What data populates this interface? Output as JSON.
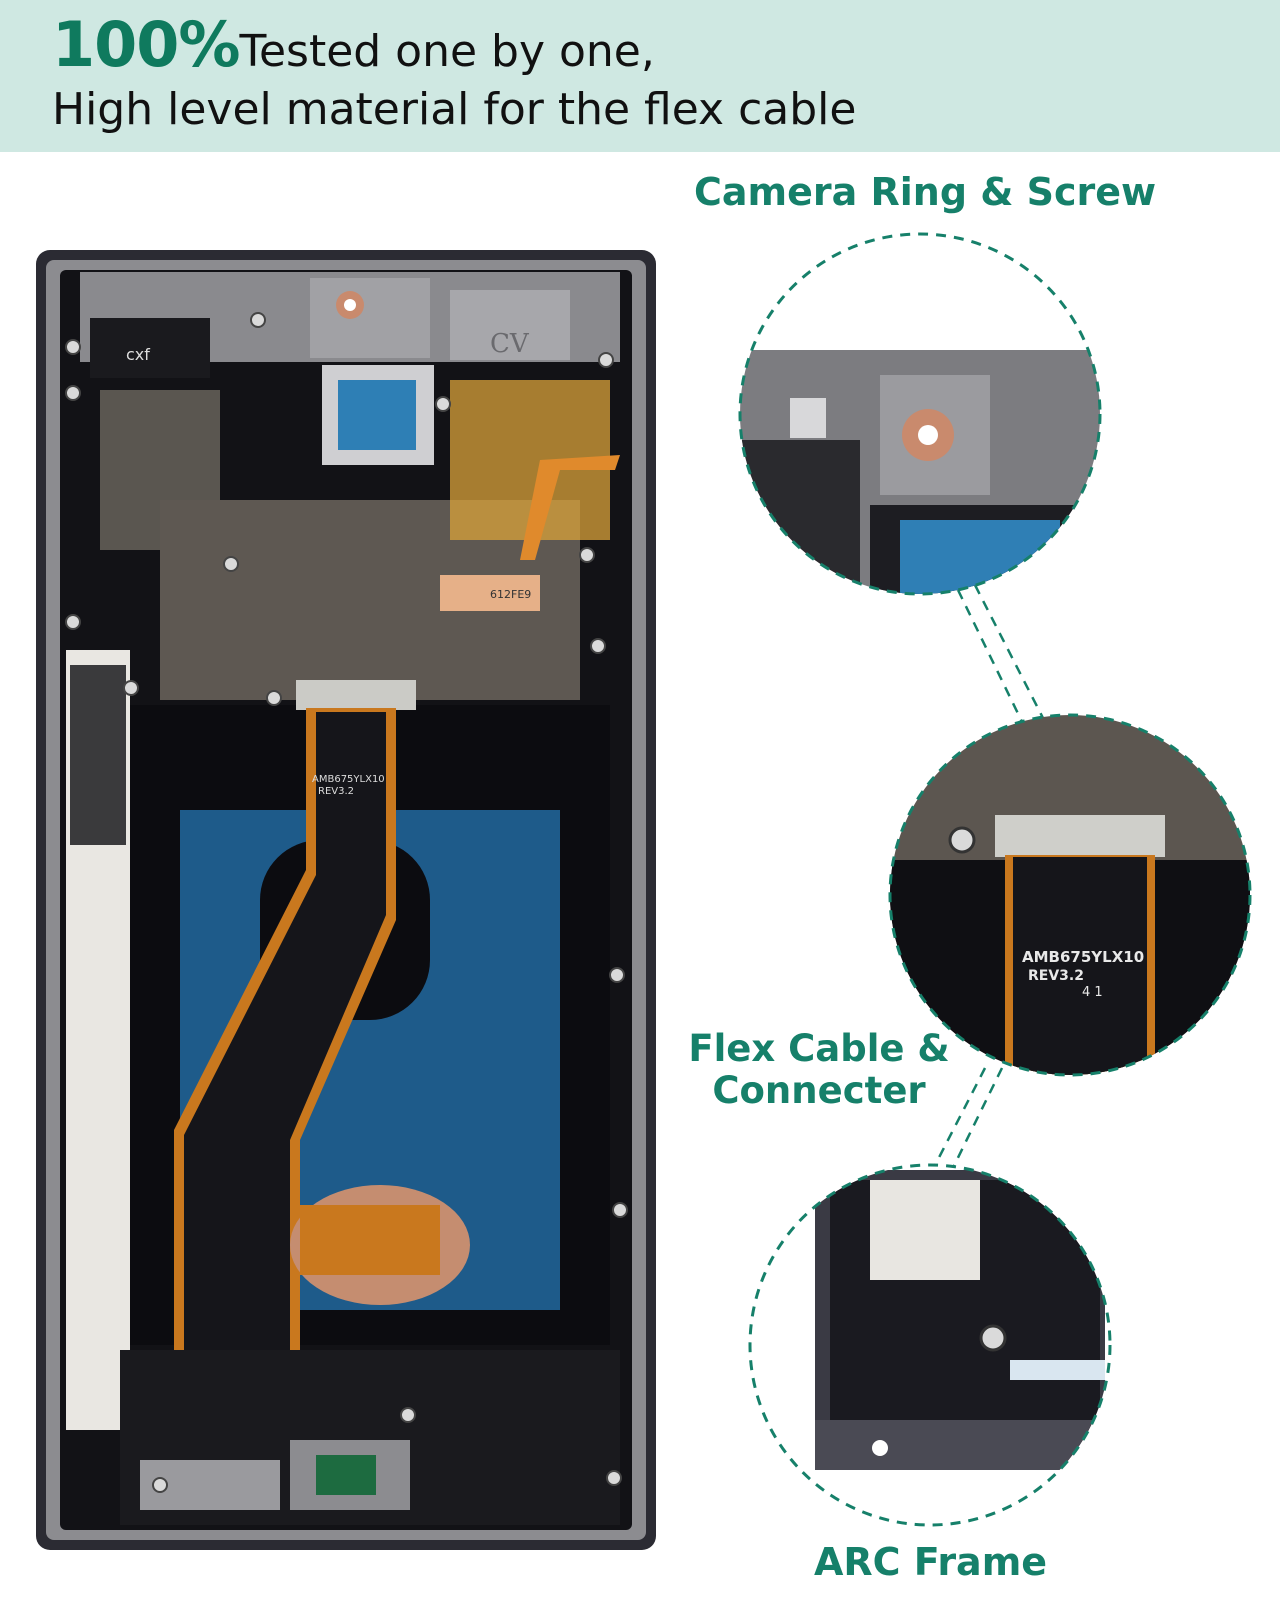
{
  "header": {
    "percent": "100%",
    "line1_rest": "Tested one by one,",
    "line2": "High level material for the flex cable"
  },
  "callouts": {
    "camera": "Camera Ring & Screw",
    "flex_line1": "Flex Cable &",
    "flex_line2": "Connecter",
    "frame": "ARC Frame"
  },
  "product_labels": {
    "sticker_cxf": "cxf",
    "sticker_cv": "CV",
    "flex_code": "AMB675YLX10",
    "flex_rev": "REV3.2",
    "flex_pins": "4 1",
    "tag": "612FE9"
  },
  "colors": {
    "accent": "#16806a",
    "banner": "#cfe8e2",
    "frame": "#2b2b33",
    "flex": "#c9781e",
    "blue_film": "#1f5d8f"
  }
}
